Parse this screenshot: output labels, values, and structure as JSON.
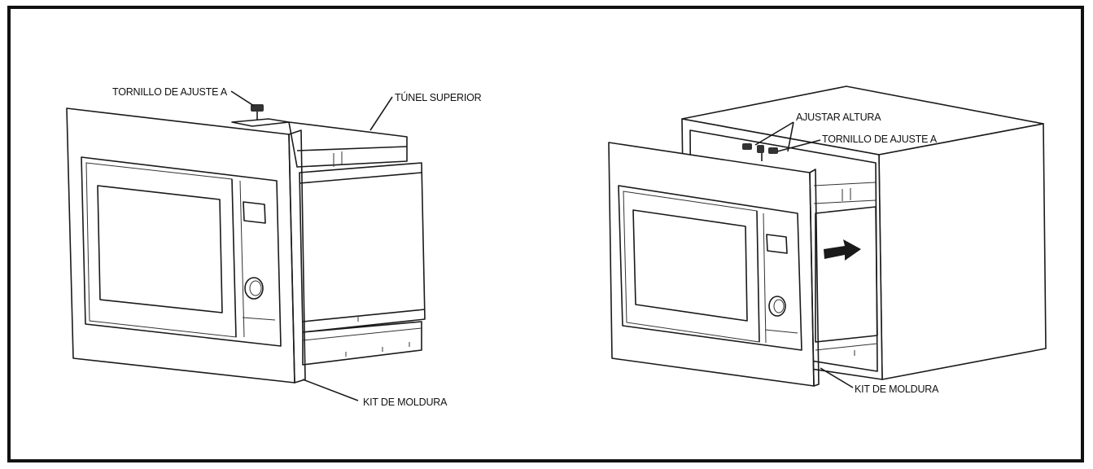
{
  "figure_left": {
    "labels": {
      "tornillo": "TORNILLO DE AJUSTE A",
      "tunel": "TÚNEL SUPERIOR",
      "kit": "KIT DE MOLDURA"
    }
  },
  "figure_right": {
    "labels": {
      "ajustar": "AJUSTAR ALTURA",
      "tornillo": "TORNILLO DE AJUSTE A",
      "kit": "KIT DE MOLDURA"
    }
  },
  "colors": {
    "line": "#1a1a1a",
    "border": "#111111",
    "background": "#ffffff"
  }
}
